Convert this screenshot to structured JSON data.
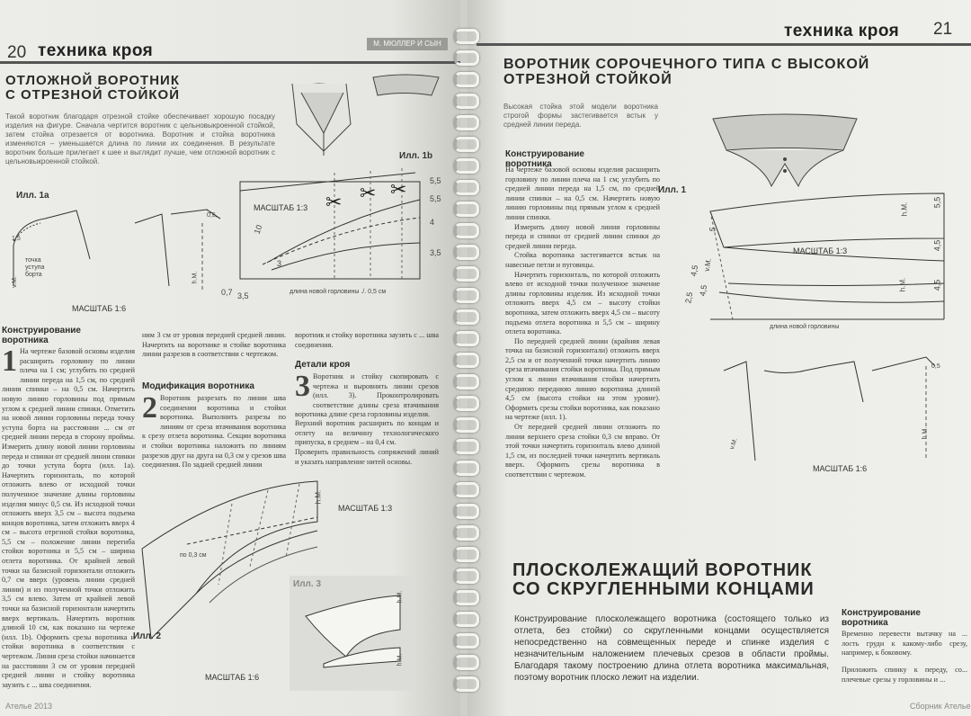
{
  "left_page": {
    "page_number": "20",
    "section": "техника кроя",
    "brand": "М. МЮЛЛЕР И СЫН",
    "title_line1": "ОТЛОЖНОЙ ВОРОТНИК",
    "title_line2": "С ОТРЕЗНОЙ СТОЙКОЙ",
    "intro": "Такой воротник благодаря отрезной стойке обеспечивает хорошую посадку изделия на фигуре. Сначала чертится воротник с цельновыкроенной стойкой, затем стойка отрезается от воротника. Воротник и стойка воротника изменяются – уменьшается длина по линии их соединения. В результате воротник больше прилегает к шее и выглядит лучше, чем отложной воротник с цельновыкроенной стойкой.",
    "ill_1a": "Илл. 1а",
    "ill_1b": "Илл. 1b",
    "ill_2": "Илл. 2",
    "ill_3": "Илл. 3",
    "scale_1_6": "МАСШТАБ 1:6",
    "scale_1_3": "МАСШТАБ 1:3",
    "scale_1_3b": "МАСШТАБ 1:3",
    "scale_1_6b": "МАСШТАБ 1:6",
    "lbl_tochka": "точка уступа борта",
    "lbl_hm": "h.M.",
    "lbl_vm": "v.M.",
    "lbl_po03": "по 0,3 см",
    "lbl_dlina": "длина новой горловины ./. 0,5 см",
    "dim_55": "5,5",
    "dim_4": "4",
    "dim_35": "3,5",
    "dim_07": "0,7",
    "dim_35b": "3,5",
    "dim_10": "10",
    "dim_3": "3",
    "dim_15": "1,5",
    "dim_05": "0,5",
    "konstr_title": "Конструирование воротника",
    "konstr_num": "1",
    "konstr_text": "На чертеже базовой основы изделия расширить горловину по линии плеча на 1 см; углубить по средней линии переда на 1,5 см, по средней линии спинки – на 0,5 см. Начертить новую линию горловины под прямым углом к средней линии спинки. Отметить на новой линии горловины переда точку уступа борта на расстоянии ... см от средней линии переда в сторону проймы. Измерить длину новой линии горловины переда и спинки от средней линии спинки до точки уступа борта (илл. 1а). Начертить горизонталь, по которой отложить влево от исходной точки полученное значение длины горловины изделия минус 0,5 см. Из исходной точки отложить вверх 3,5 см – высота подъема концов воротника, затем отложить вверх 4 см – высота отрезной стойки воротника, 5,5 см – положение линии перегиба стойки воротника и 5,5 см – ширина отлета воротника. От крайней левой точки на базисной горизонтали отложить 0,7 см вверх (уровень линии средней линии) и из полученной точки отложить 3,5 см влево. Затем от крайней левой точки на базисной горизонтали начертить вверх вертикаль. Начертить воротник длиной 10 см, как показано на чертеже (илл. 1b). Оформить срезы воротника и стойки воротника в соответствии с чертежом. Линия среза стойки начинается на расстоянии 3 см от уровня передней средней линии и стойку воротника заузить с ... шва соединения.",
    "col2_text": "ним 3 см от уровня передней средней линии. Начертить на воротнике и стойке воротника линии разрезов в соответствии с чертежом.",
    "mod_title": "Модификация воротника",
    "mod_num": "2",
    "mod_text": "Воротник разрезать по линии шва соединения воротника и стойки воротника. Выполнить разрезы по линиям от среза втачивания воротника к срезу отлета воротника. Секции воротника и стойки воротника наложить по линиям разрезов друг на друга на 0,3 см у срезов шва соединения. По задней средней линии",
    "col3_text": "воротник и стойку воротника заузить с ... шва соединения.",
    "det_title": "Детали кроя",
    "det_num": "3",
    "det_text": "Воротник и стойку скопировать с чертежа и выровнить линии срезов (илл. 3). Проконтролировать соответствие длины среза втачивания воротника длине среза горловины изделия.",
    "det_text2": "Верхний воротник расширить по концам и отлету на величину технологического припуска, в среднем – на 0,4 см.",
    "det_text3": "Проверить правильность сопряжений линий и указать направление нитей основы.",
    "footer": "Ателье 2013"
  },
  "right_page": {
    "page_number": "21",
    "section": "техника кроя",
    "title_line1": "ВОРОТНИК СОРОЧЕЧНОГО ТИПА С ВЫСОКОЙ",
    "title_line2": "ОТРЕЗНОЙ СТОЙКОЙ",
    "intro": "Высокая стойка этой модели воротника строгой формы застегивается встык у средней линии переда.",
    "konstr_title": "Конструирование воротника",
    "konstr_text": "На чертеже базовой основы изделия расширить горловину по линии плеча на 1 см; углубить по средней линии переда на 1,5 см, по средней линии спинки – на 0,5 см. Начертить новую линию горловины под прямым углом к средней линии спинки.",
    "p2": "Измерить длину новой линии горловины переда и спинки от средней линии спинки до средней линии переда.",
    "p3": "Стойка воротника застегивается встык на навесные петли и пуговицы.",
    "p4": "Начертить горизонталь, по которой отложить влево от исходной точки полученное значение длины горловины изделия. Из исходной точки отложить вверх 4,5 см – высоту стойки воротника, затем отложить вверх 4,5 см – высоту подъема отлета воротника и 5,5 см – ширину отлета воротника.",
    "p5": "По передней средней линии (крайняя левая точка на базисной горизонтали) отложить вверх 2,5 см и от полученной точки начертить линию среза втачивания стойки воротника. Под прямым углом к линии втачивания стойки начертить среднюю переднюю линию воротника длиной 4,5 см (высота стойки на этом уровне). Оформить срезы стойки воротника, как показано на чертеже (илл. 1).",
    "p6": "От передней средней линии отложить по линии верхнего среза стойки 0,3 см вправо. От этой точки начертить горизонталь влево длиной 1,5 см, из последней точки начертить вертикаль вверх. Оформить срезы воротника в соответствии с чертежом.",
    "ill_1": "Илл. 1",
    "scale_1_3": "МАСШТАБ 1:3",
    "scale_1_6": "МАСШТАБ 1:6",
    "lbl_hm": "h.M.",
    "lbl_vm": "v.M.",
    "lbl_dlina": "длина новой горловины",
    "dim_55": "5,5",
    "dim_45a": "4,5",
    "dim_45b": "4,5",
    "dim_45c": "4,5",
    "dim_45d": "4,5",
    "dim_25": "2,5",
    "dim_5": "5",
    "dim_05": "0,5",
    "title2_line1": "ПЛОСКОЛЕЖАЩИЙ ВОРОТНИК",
    "title2_line2": "СО СКРУГЛЕННЫМИ КОНЦАМИ",
    "intro2": "Конструирование плосколежащего воротника (состоящего только из отлета, без стойки) со скругленными концами осуществляется непосредственно на совмещенных переде и спинке изделия с незначительным наложением плечевых срезов в области проймы. Благодаря такому построению длина отлета воротника максимальная, поэтому воротник плоско лежит на изделии.",
    "konstr2_title": "Конструирование воротника",
    "konstr2_text": "Временно перевести вытачку на ... лость груди к какому-либо срезу, например, к боковому.",
    "konstr2_text2": "Приложить спинку к переду, со... плечевые срезы у горловины и ...",
    "footer": "Сборник Ателье"
  }
}
